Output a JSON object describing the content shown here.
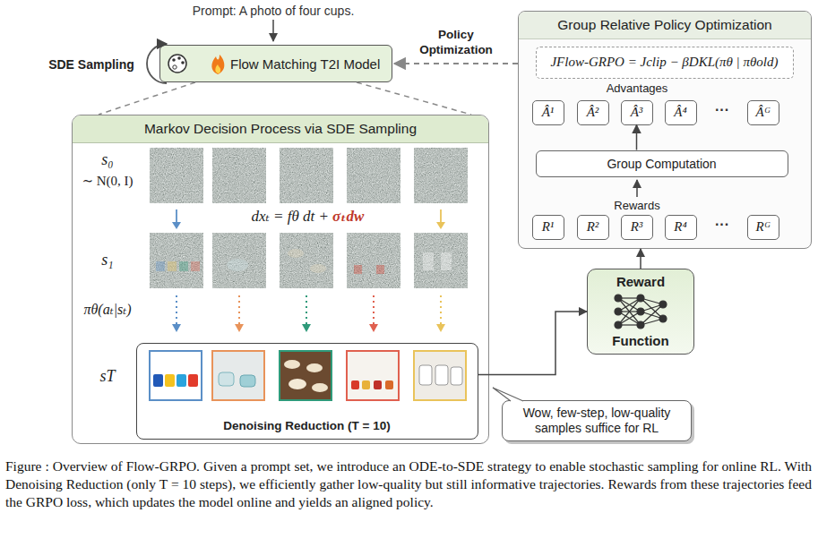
{
  "diagram": {
    "caption": "Figure : Overview of Flow-GRPO. Given a prompt set, we introduce an ODE-to-SDE strategy to enable stochastic sampling for online RL. With Denoising Reduction (only T = 10 steps), we efficiently gather low-quality but still informative trajectories. Rewards from these trajectories feed the GRPO loss, which updates the model online and yields an aligned policy.",
    "nodes": [
      {
        "text": [
          "Flow Matching T2I Model"
        ]
      },
      {
        "text": [
          "Markov Decision Process via SDE Sampling"
        ]
      },
      {
        "text": [
          "Denoising Reduction (T = 10)"
        ],
        "in": 1
      },
      {
        "text": [
          "Group Relative Policy Optimization"
        ]
      },
      {
        "text": [
          "JFlow-GRPO = Jclip − βDKL(πθ | πθold)"
        ],
        "in": 3
      },
      {
        "text": [
          "Â¹"
        ],
        "in": 3
      },
      {
        "text": [
          "Â²"
        ],
        "in": 3
      },
      {
        "text": [
          "Â³"
        ],
        "in": 3
      },
      {
        "text": [
          "Â⁴"
        ],
        "in": 3
      },
      {
        "text": [
          "Âᴳ"
        ],
        "in": 3
      },
      {
        "text": [
          "Group Computation"
        ],
        "in": 3
      },
      {
        "text": [
          "R¹"
        ],
        "in": 3
      },
      {
        "text": [
          "R²"
        ],
        "in": 3
      },
      {
        "text": [
          "R³"
        ],
        "in": 3
      },
      {
        "text": [
          "R⁴"
        ],
        "in": 3
      },
      {
        "text": [
          "Rᴳ"
        ],
        "in": 3
      },
      {
        "text": [
          "Reward",
          "Function"
        ]
      },
      {
        "text": [
          "Wow, few-step, low-quality samples suffice for RL"
        ]
      }
    ],
    "edges": [
      {
        "from": 3,
        "to": 0,
        "label": "Policy Optimization",
        "arrow": "to"
      },
      {
        "from": 0,
        "to": 1,
        "arrow": "none"
      },
      {
        "from": 2,
        "to": 16,
        "arrow": "to"
      },
      {
        "from": 16,
        "to": 3,
        "arrow": "to"
      },
      {
        "from": 10,
        "to": 7,
        "arrow": "to"
      }
    ],
    "labels": [
      "Prompt: A photo of four cups.",
      "SDE Sampling",
      "s₀",
      "∼ N(0, I)",
      "dxₜ = fθ dt +",
      "σₜdw",
      "s₁",
      "πθ(aₜ|sₜ)",
      "sT",
      "Advantages",
      "Rewards",
      "···",
      "···"
    ]
  }
}
